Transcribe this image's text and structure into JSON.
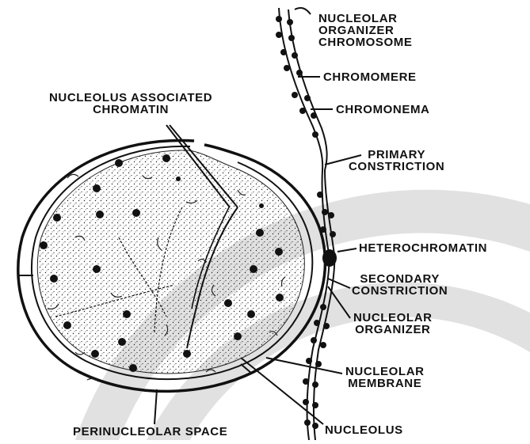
{
  "colors": {
    "ink": "#111111",
    "band": "#c9c9c9",
    "background": "#ffffff"
  },
  "labels": {
    "nucleolar_organizer_chromosome": [
      "NUCLEOLAR",
      "ORGANIZER",
      "CHROMOSOME"
    ],
    "chromomere": "CHROMOMERE",
    "chromonema": "CHROMONEMA",
    "primary_constriction": [
      "PRIMARY",
      "CONSTRICTION"
    ],
    "heterochromatin": "HETEROCHROMATIN",
    "secondary_constriction": [
      "SECONDARY",
      "CONSTRICTION"
    ],
    "nucleolar_organizer": [
      "NUCLEOLAR",
      "ORGANIZER"
    ],
    "nucleolar_membrane": [
      "NUCLEOLAR",
      "MEMBRANE"
    ],
    "nucleolus": "NUCLEOLUS",
    "perinucleolar_space": "PERINUCLEOLAR SPACE",
    "nucleolus_associated_chromatin": [
      "NUCLEOLUS ASSOCIATED",
      "CHROMATIN"
    ]
  }
}
